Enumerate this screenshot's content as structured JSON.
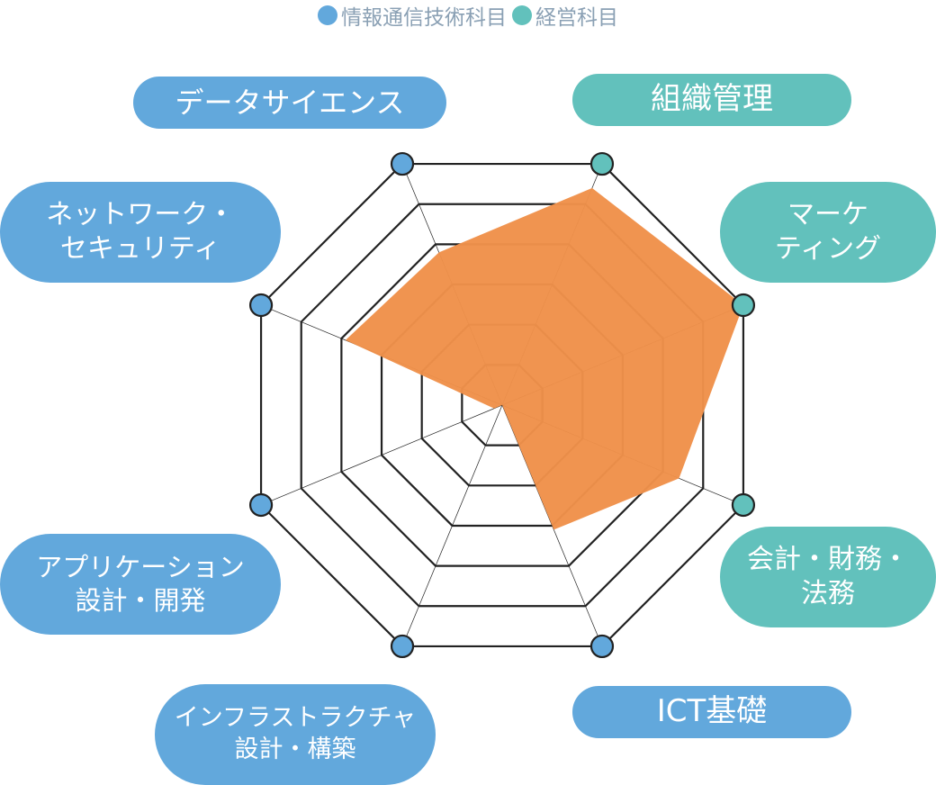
{
  "legend": [
    {
      "name": "情報通信技術科目",
      "color": "#62a8dc"
    },
    {
      "name": "経営科目",
      "color": "#62c1bc"
    }
  ],
  "chart_data": {
    "type": "radar",
    "axes": [
      {
        "label": "組織管理",
        "group": "経営科目"
      },
      {
        "label": "マーケ\nティング",
        "group": "経営科目"
      },
      {
        "label": "会計・財務・\n法務",
        "group": "経営科目"
      },
      {
        "label": "ICT基礎",
        "group": "情報通信技術科目"
      },
      {
        "label": "インフラストラクチャ\n設計・構築",
        "group": "情報通信技術科目"
      },
      {
        "label": "アプリケーション\n設計・開発",
        "group": "情報通信技術科目"
      },
      {
        "label": "ネットワーク・\nセキュリティ",
        "group": "情報通信技術科目"
      },
      {
        "label": "データサイエンス",
        "group": "情報通信技術科目"
      }
    ],
    "levels": 6,
    "range": [
      0,
      6
    ],
    "values": [
      5.4,
      6.0,
      4.4,
      3.1,
      0.0,
      0.2,
      3.9,
      3.8
    ],
    "fill_color": "#f0914a",
    "grid": true
  }
}
